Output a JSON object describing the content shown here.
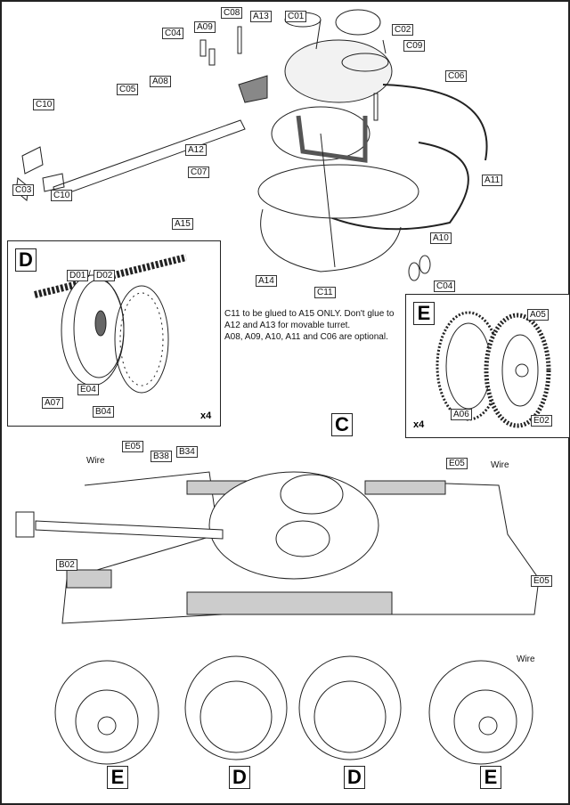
{
  "turret_step": {
    "labels": [
      "C08",
      "A09",
      "A13",
      "C01",
      "C04",
      "C02",
      "C09",
      "C06",
      "A08",
      "C05",
      "C10",
      "A12",
      "C07",
      "A11",
      "C03",
      "C10",
      "A15",
      "A10",
      "A14",
      "C11",
      "C04"
    ]
  },
  "note": {
    "line1": "C11 to be glued to A15 ONLY. Don't glue to",
    "line2": "A12 and A13 for movable turret.",
    "line3": "A08, A09, A10, A11 and C06 are optional."
  },
  "box_d": {
    "letter": "D",
    "track_label_1": "D01",
    "separator": "/",
    "track_label_2": "D02",
    "labels": [
      "A07",
      "E04",
      "B04"
    ],
    "multiplier": "x4"
  },
  "box_e": {
    "letter": "E",
    "labels": [
      "A05",
      "A06",
      "E02"
    ],
    "multiplier": "x4"
  },
  "hull_step": {
    "turret_callout": "C",
    "labels": [
      "E05",
      "B38",
      "B34",
      "E05",
      "B02",
      "E05"
    ],
    "wire_labels": [
      "Wire",
      "Wire",
      "Wire"
    ],
    "wheel_callouts": [
      "E",
      "D",
      "D",
      "E"
    ]
  }
}
